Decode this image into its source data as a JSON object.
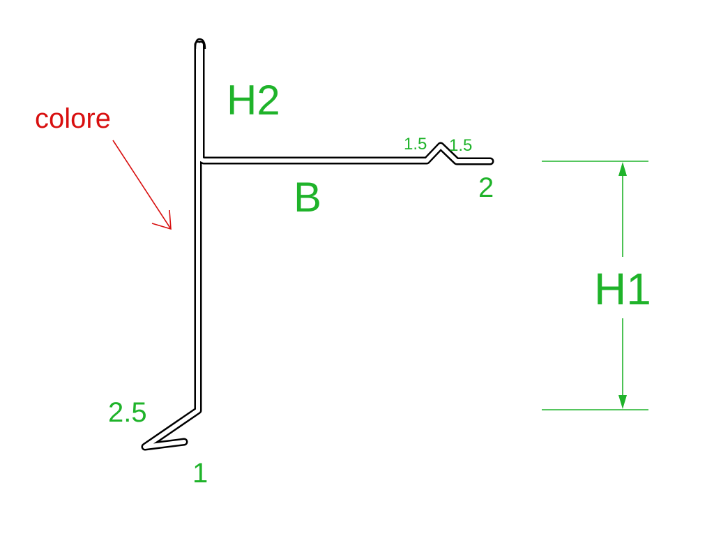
{
  "colors": {
    "dimension": "#1fb32a",
    "annotation": "#d80f0f",
    "profile": "#000000"
  },
  "labels": {
    "colore": "colore",
    "h2": "H2",
    "b": "B",
    "h1": "H1",
    "small_left": "1.5",
    "small_right": "1.5",
    "end_right": "2",
    "bottom_hem": "2.5",
    "bottom_end": "1"
  }
}
